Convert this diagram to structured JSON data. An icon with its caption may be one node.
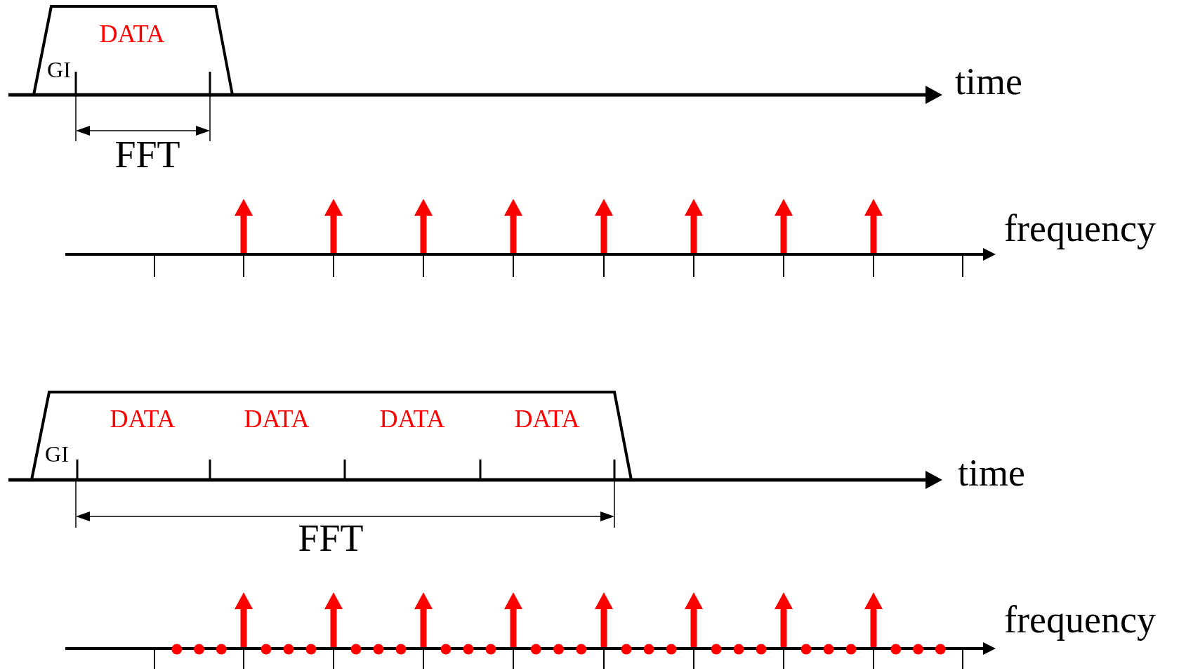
{
  "diagram": {
    "labels": [
      "DATA",
      "GI",
      "time",
      "FFT",
      "frequency",
      "DATA",
      "DATA",
      "DATA",
      "DATA",
      "GI",
      "time",
      "FFT",
      "frequency"
    ]
  }
}
